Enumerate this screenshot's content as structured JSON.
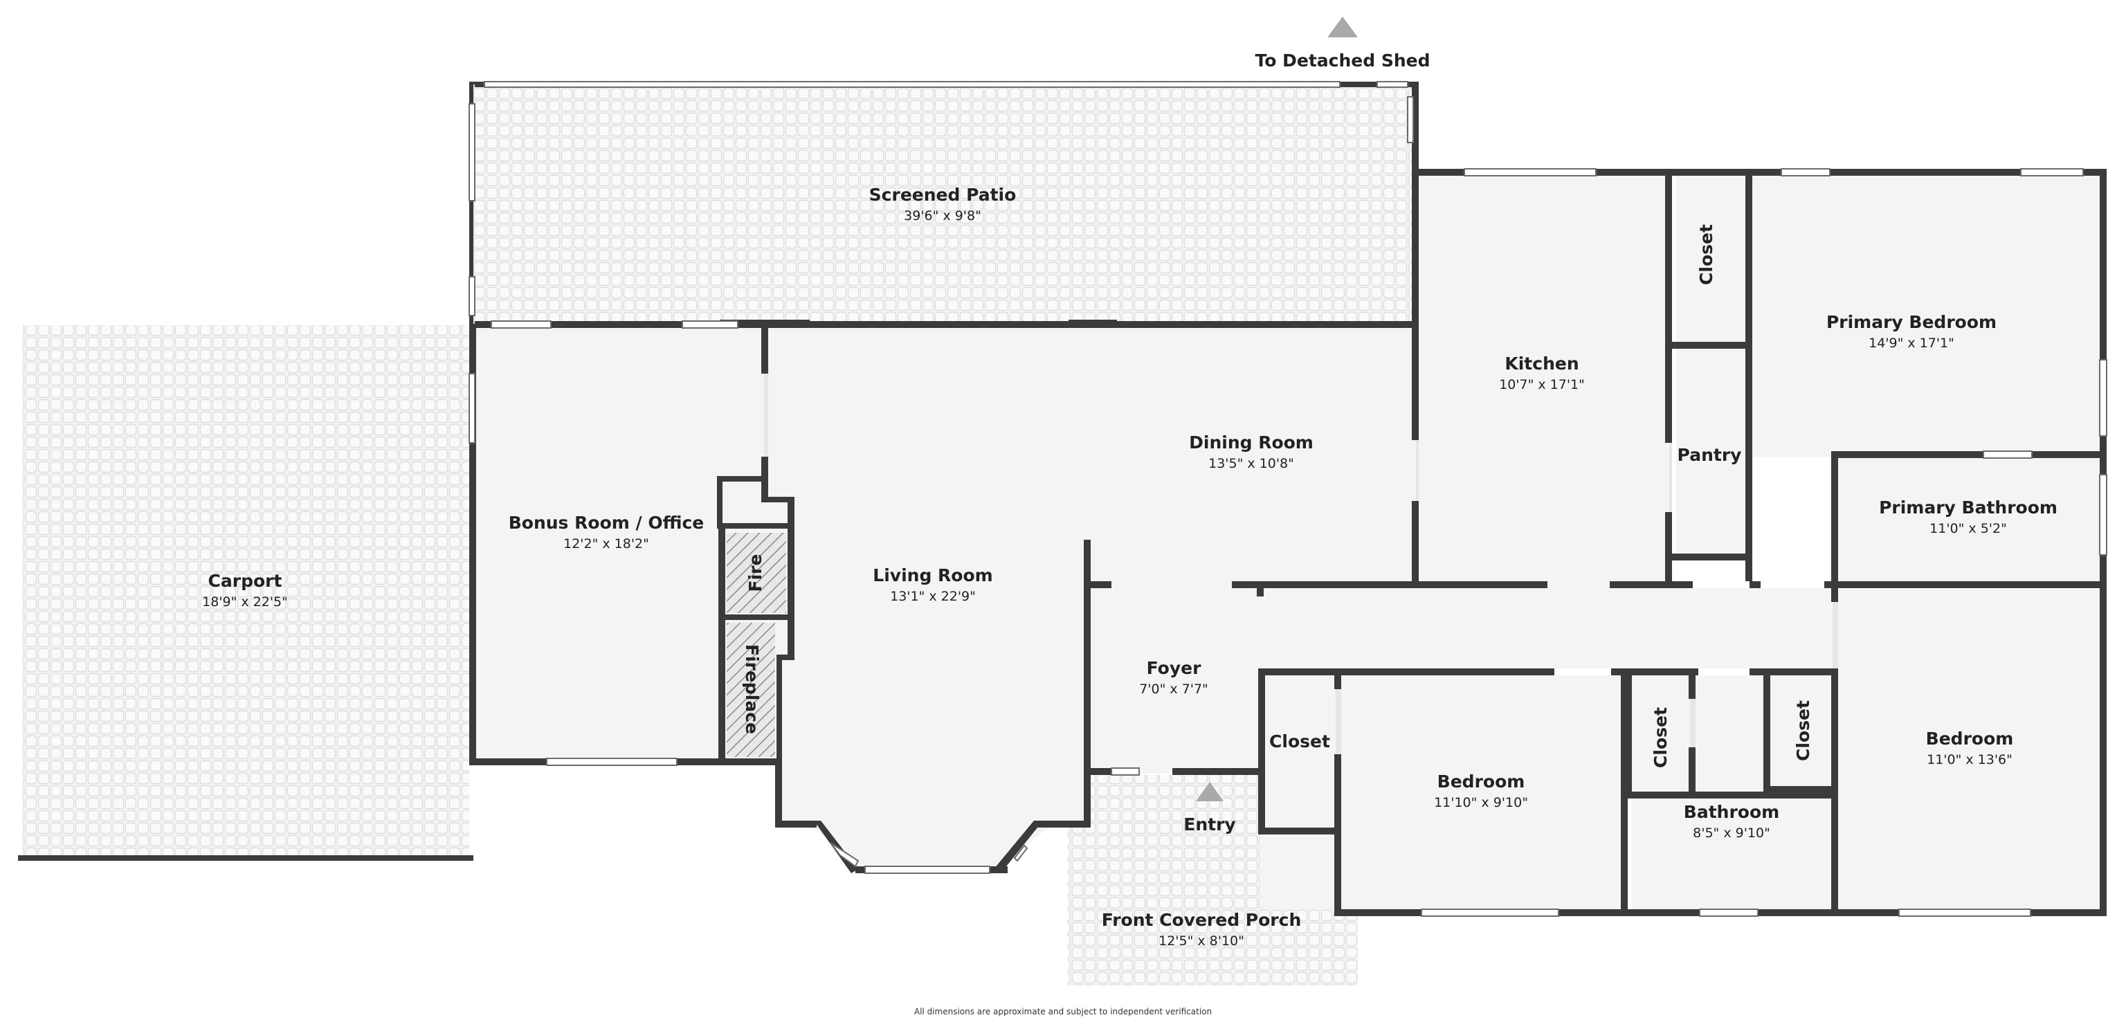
{
  "title": "",
  "colors": {
    "wall": "#3b3b3b",
    "floor": "#f4f4f4",
    "outdoor_tile": "#eeeeee",
    "text": "#222222"
  },
  "rooms": {
    "screened_patio": {
      "name": "Screened Patio",
      "dim": "39'6\" x 9'8\""
    },
    "carport": {
      "name": "Carport",
      "dim": "18'9\" x 22'5\""
    },
    "bonus": {
      "name": "Bonus Room / Office",
      "dim": "12'2\" x 18'2\""
    },
    "living": {
      "name": "Living Room",
      "dim": "13'1\" x 22'9\""
    },
    "dining": {
      "name": "Dining Room",
      "dim": "13'5\" x 10'8\""
    },
    "kitchen": {
      "name": "Kitchen",
      "dim": "10'7\" x 17'1\""
    },
    "primary_bedroom": {
      "name": "Primary Bedroom",
      "dim": "14'9\" x 17'1\""
    },
    "primary_bathroom": {
      "name": "Primary Bathroom",
      "dim": "11'0\" x 5'2\""
    },
    "foyer": {
      "name": "Foyer",
      "dim": "7'0\" x 7'7\""
    },
    "bedroom_center": {
      "name": "Bedroom",
      "dim": "11'10\" x 9'10\""
    },
    "bathroom": {
      "name": "Bathroom",
      "dim": "8'5\" x 9'10\""
    },
    "bedroom_right": {
      "name": "Bedroom",
      "dim": "11'0\" x 13'6\""
    },
    "porch": {
      "name": "Front Covered Porch",
      "dim": "12'5\" x 8'10\""
    }
  },
  "labels": {
    "closet_kitchen": "Closet",
    "closet_foyer": "Closet",
    "closet_bath_left": "Closet",
    "closet_bath_right": "Closet",
    "pantry": "Pantry",
    "fire": "Fire",
    "fireplace": "Fireplace",
    "entry": "Entry",
    "shed": "To Detached Shed"
  },
  "footer": {
    "disclaimer": "All dimensions are approximate and subject to independent verification"
  },
  "icons": {
    "shed_arrow": "triangle-up-icon",
    "entry_arrow": "triangle-up-icon"
  }
}
